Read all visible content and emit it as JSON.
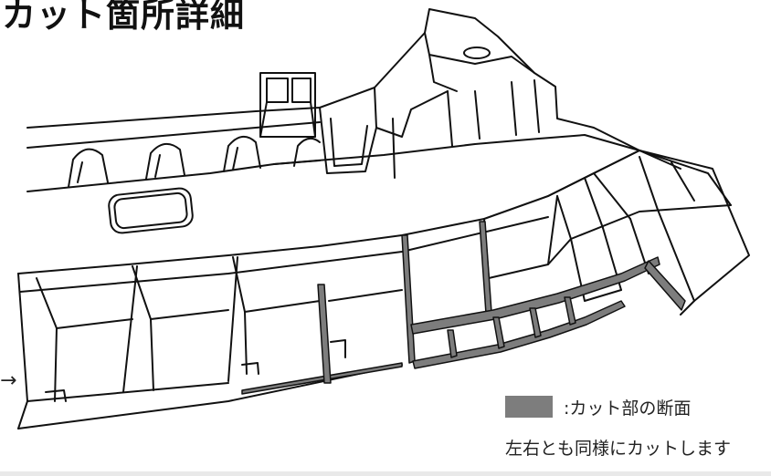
{
  "title": "カット箇所詳細",
  "legend": {
    "label": ":カット部の断面",
    "swatch_color": "#7d7d7d"
  },
  "note": "左右とも同様にカットします",
  "arrow_glyph": "→"
}
